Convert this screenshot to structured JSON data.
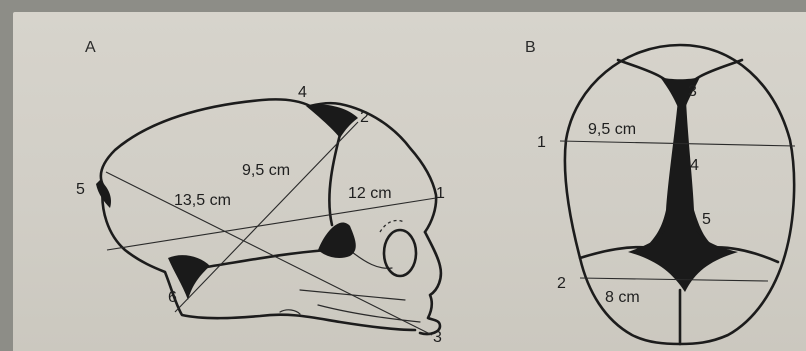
{
  "panels": {
    "a": {
      "label": "A",
      "points": [
        "1",
        "2",
        "3",
        "4",
        "5",
        "6"
      ],
      "measurements": [
        "9,5 cm",
        "13,5 cm",
        "12 cm"
      ]
    },
    "b": {
      "label": "B",
      "points": [
        "1",
        "2",
        "3",
        "4",
        "5"
      ],
      "measurements": [
        "9,5 cm",
        "8 cm"
      ]
    }
  }
}
